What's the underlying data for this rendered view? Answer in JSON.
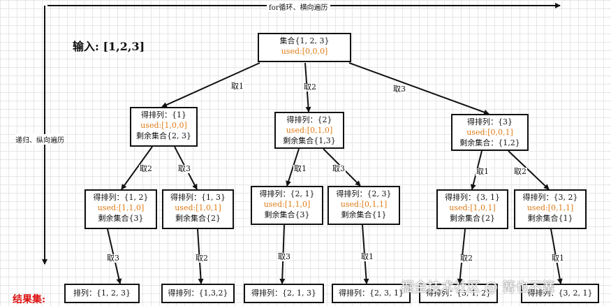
{
  "title": "输入: [1,2,3]",
  "horizontal_label": "for循环、横向遍历",
  "vertical_label": "递归、纵向遍历",
  "result_label": "结果集:",
  "watermark": "掘金技术社区 @ 篝也不篝",
  "root": {
    "line1": "集合{1, 2, 3}",
    "used": "used:[0,0,0]"
  },
  "level1": [
    {
      "line1": "得排列：{1}",
      "used": "used:[1,0,0]",
      "line3": "剩余集合{2, 3}"
    },
    {
      "line1": "得排列：{2}",
      "used": "used:[0,1,0]",
      "line3": "剩余集合{1,3}"
    },
    {
      "line1": "得排列：{3}",
      "used": "used:[0,0,1]",
      "line3": "剩余集合：{1,2}"
    }
  ],
  "level2": [
    {
      "line1": "得排列：{1, 2}",
      "used": "used:[1,1,0]",
      "line3": "剩余集合{3}"
    },
    {
      "line1": "得排列：{1, 3}",
      "used": "used:[1,0,1]",
      "line3": "剩余集合{2}"
    },
    {
      "line1": "得排列：{2, 1}",
      "used": "used:[1,1,0]",
      "line3": "剩余集合{3}"
    },
    {
      "line1": "得排列：{2, 3}",
      "used": "used:[0,1,1]",
      "line3": "剩余集合{1}"
    },
    {
      "line1": "得排列：{3, 1}",
      "used": "used:[1,0,1]",
      "line3": "剩余集合{2}"
    },
    {
      "line1": "得排列：{3, 2}",
      "used": "used:[0,1,1]",
      "line3": "剩余集合{1}"
    }
  ],
  "leaves": [
    "排列：{1, 2, 3}",
    "得排列：{1,3,2}",
    "得排列：{2, 1, 3}",
    "得排列：{2, 3, 1}",
    "得排列：{3, 1, 2}",
    "得排列：{3, 2, 1}"
  ],
  "edge_labels": {
    "root": [
      "取1",
      "取2",
      "取3"
    ],
    "n1": [
      "取2",
      "取3"
    ],
    "n2": [
      "取1",
      "取3"
    ],
    "n3": [
      "取1",
      "取2"
    ],
    "leaf": [
      "取3",
      "取2",
      "取3",
      "取1",
      "取2",
      "取1"
    ]
  }
}
